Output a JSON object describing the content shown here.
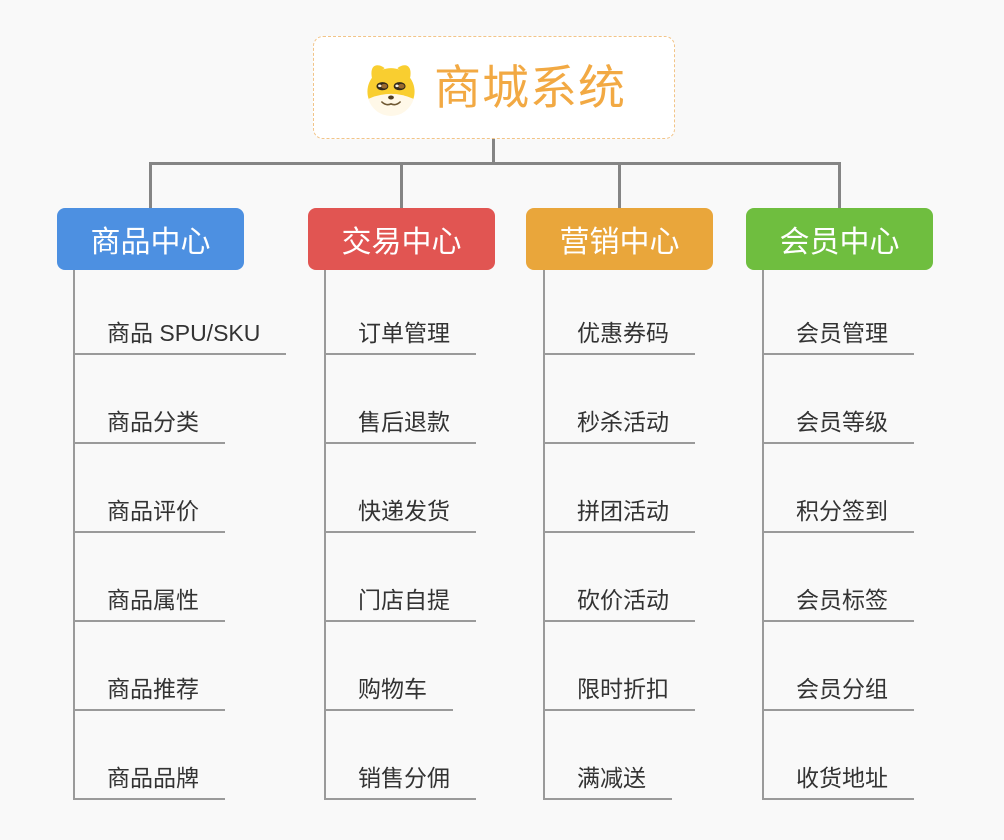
{
  "page": {
    "background_color": "#F9F9F9",
    "connector_color": "#858585",
    "underline_color": "#9A9A9A"
  },
  "root": {
    "title": "商城系统",
    "icon": "dog-icon",
    "title_color": "#F2A943",
    "border_color": "#F2C488"
  },
  "branches": [
    {
      "label": "商品中心",
      "color": "#4D90E1",
      "children": [
        "商品 SPU/SKU",
        "商品分类",
        "商品评价",
        "商品属性",
        "商品推荐",
        "商品品牌"
      ]
    },
    {
      "label": "交易中心",
      "color": "#E15552",
      "children": [
        "订单管理",
        "售后退款",
        "快递发货",
        "门店自提",
        "购物车",
        "销售分佣"
      ]
    },
    {
      "label": "营销中心",
      "color": "#E9A63B",
      "children": [
        "优惠券码",
        "秒杀活动",
        "拼团活动",
        "砍价活动",
        "限时折扣",
        "满减送"
      ]
    },
    {
      "label": "会员中心",
      "color": "#6FBE3F",
      "children": [
        "会员管理",
        "会员等级",
        "积分签到",
        "会员标签",
        "会员分组",
        "收货地址"
      ]
    }
  ]
}
